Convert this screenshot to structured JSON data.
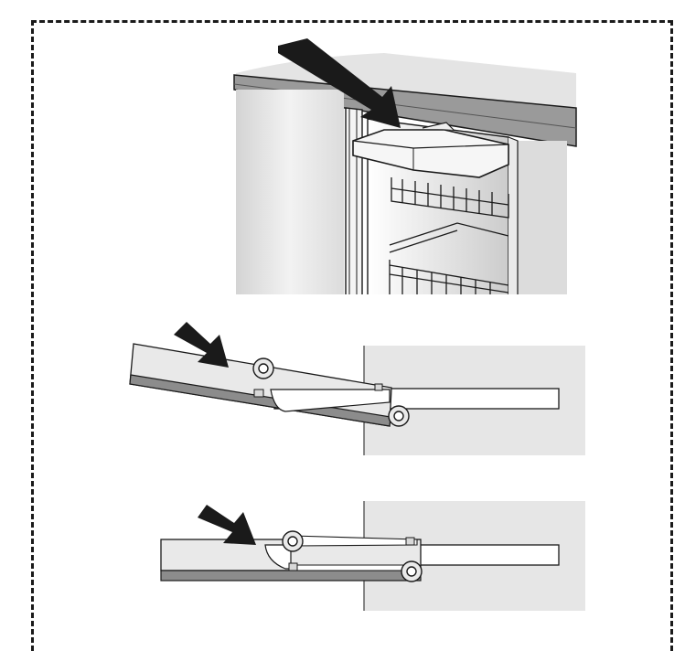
{
  "figure": {
    "panels": [
      {
        "name": "fridge-overview",
        "icons": [
          "push-arrow-icon"
        ]
      },
      {
        "name": "hinge-detail-open",
        "icons": [
          "push-arrow-icon",
          "pivot-icon"
        ]
      },
      {
        "name": "hinge-detail-closed",
        "icons": [
          "push-arrow-icon",
          "pivot-icon"
        ]
      }
    ]
  },
  "colors": {
    "line": "#1a1a1a",
    "fill_light": "#e6e6e6",
    "fill_mid": "#cfcfcf",
    "fill_dark": "#8c8c8c",
    "white": "#ffffff"
  }
}
